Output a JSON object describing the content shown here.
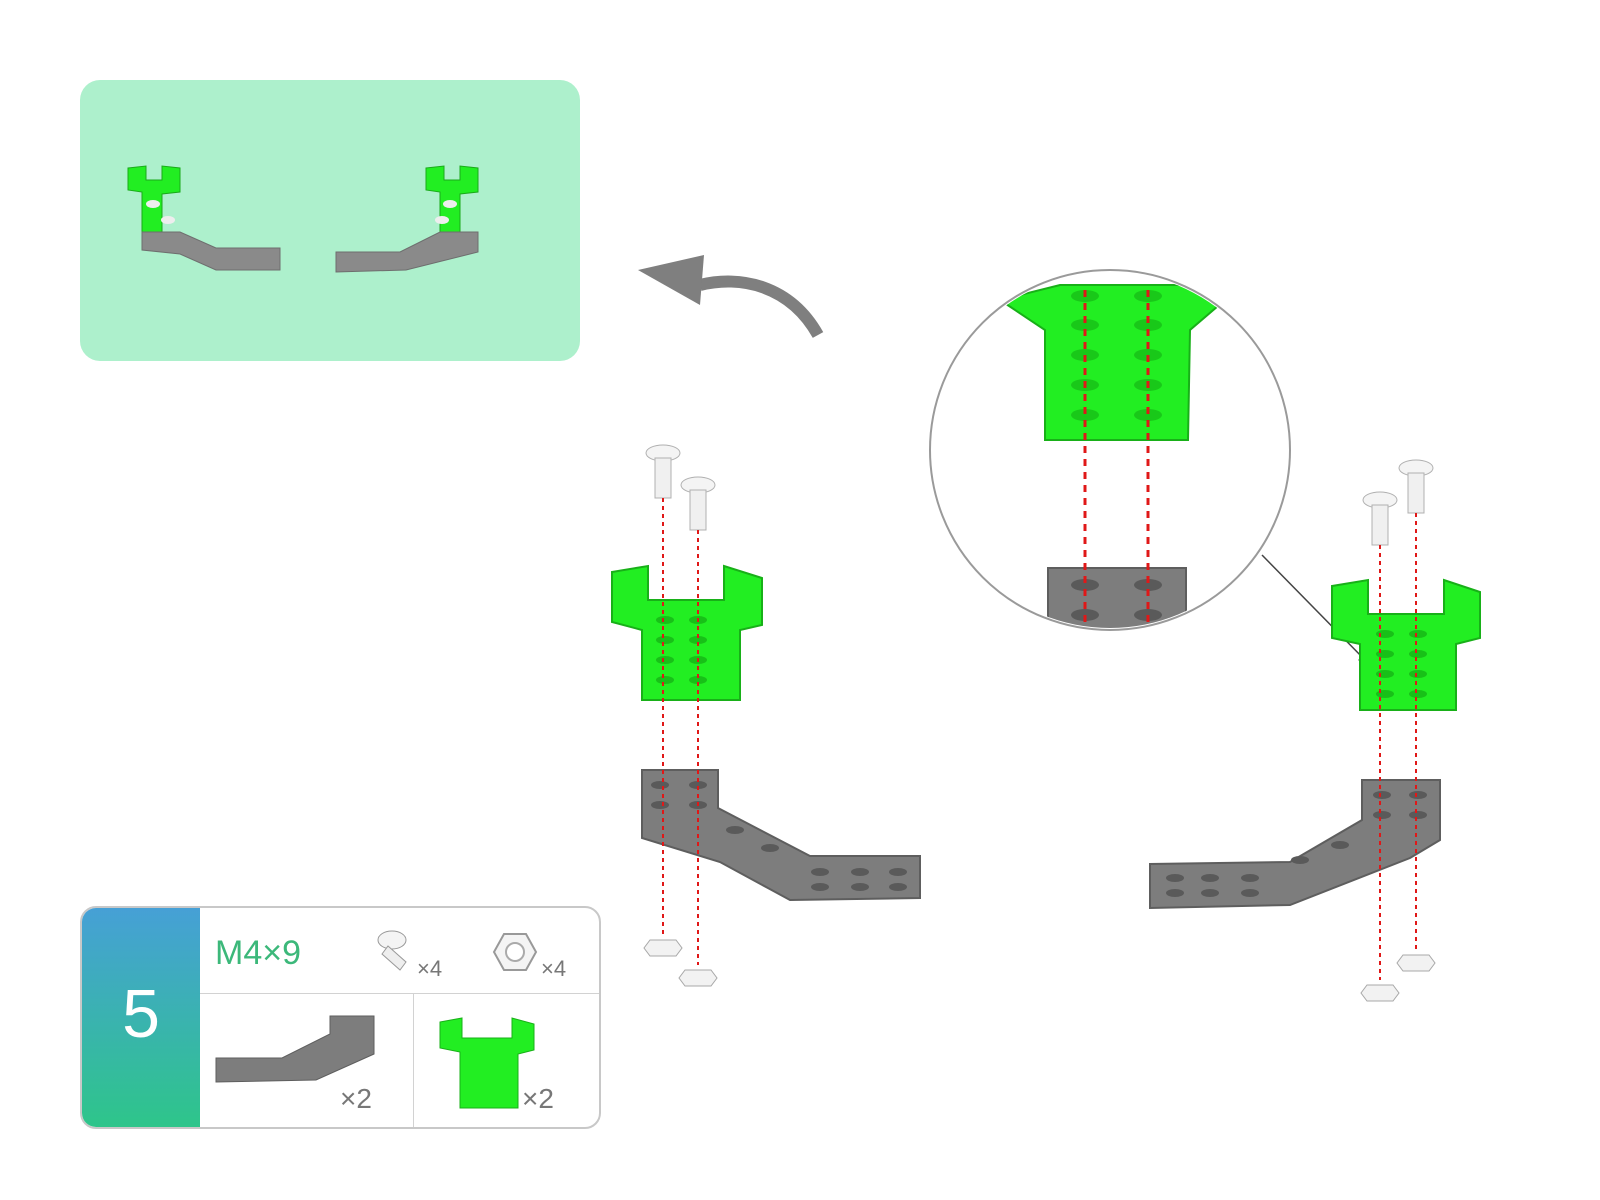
{
  "step": {
    "number": "5",
    "screw_spec": "M4×9",
    "screw_qty": "×4",
    "nut_qty": "×4",
    "gray_plate_qty": "×2",
    "green_part_qty": "×2"
  },
  "colors": {
    "green_part": "#22ee22",
    "gray_plate": "#7d7d7d",
    "preview_bg": "#adf0cc",
    "guide_line": "#e01818",
    "badge_top": "#46a0d6",
    "badge_bottom": "#2ec58a",
    "spec_text": "#3cb87a"
  },
  "icons": {
    "rotate_arrow": "curved-arrow-left-icon",
    "screw": "screw-icon",
    "nut": "hex-nut-icon",
    "zoom_circle": "magnifier-detail-icon"
  }
}
